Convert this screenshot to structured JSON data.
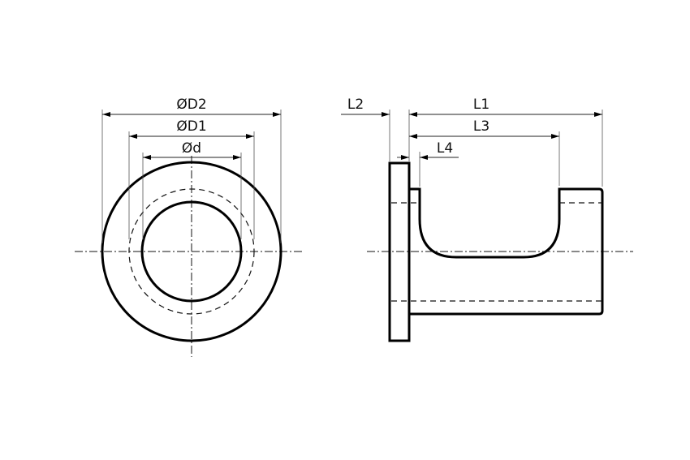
{
  "front_view": {
    "labels": {
      "d2": "ØD2",
      "d1": "ØD1",
      "d": "Ød"
    }
  },
  "side_view": {
    "labels": {
      "l1": "L1",
      "l2": "L2",
      "l3": "L3",
      "l4": "L4"
    }
  }
}
